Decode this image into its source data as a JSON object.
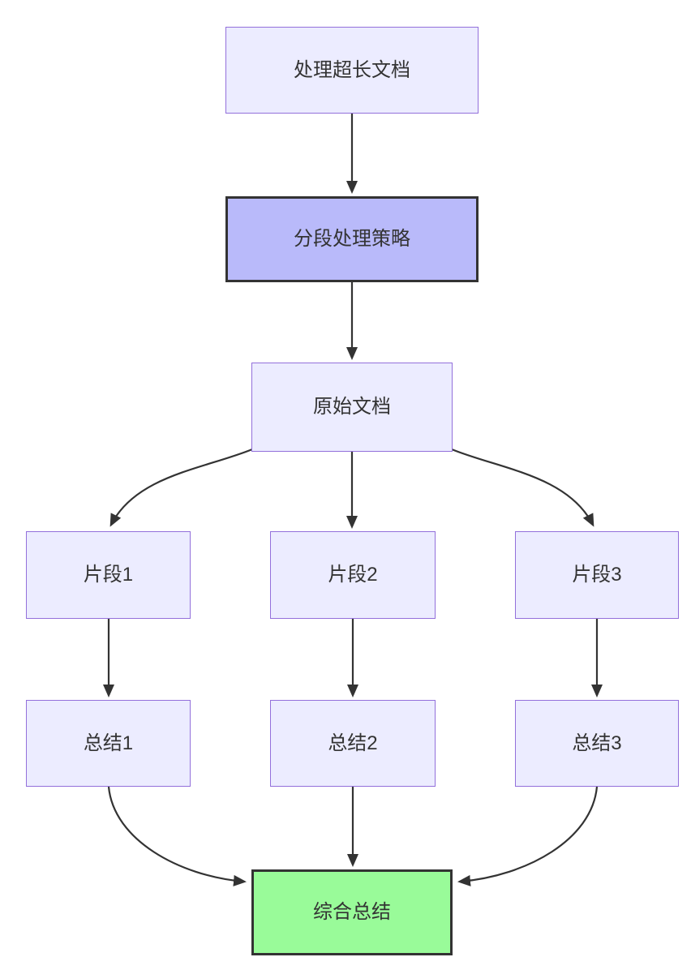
{
  "diagram": {
    "type": "flowchart",
    "direction": "top-down",
    "nodes": [
      {
        "id": "A",
        "label": "处理超长文档",
        "style": "default"
      },
      {
        "id": "B",
        "label": "分段处理策略",
        "style": "emphasis"
      },
      {
        "id": "C",
        "label": "原始文档",
        "style": "default"
      },
      {
        "id": "D1",
        "label": "片段1",
        "style": "default"
      },
      {
        "id": "D2",
        "label": "片段2",
        "style": "default"
      },
      {
        "id": "D3",
        "label": "片段3",
        "style": "default"
      },
      {
        "id": "E1",
        "label": "总结1",
        "style": "default"
      },
      {
        "id": "E2",
        "label": "总结2",
        "style": "default"
      },
      {
        "id": "E3",
        "label": "总结3",
        "style": "default"
      },
      {
        "id": "F",
        "label": "综合总结",
        "style": "result"
      }
    ],
    "edges": [
      {
        "from": "A",
        "to": "B"
      },
      {
        "from": "B",
        "to": "C"
      },
      {
        "from": "C",
        "to": "D1"
      },
      {
        "from": "C",
        "to": "D2"
      },
      {
        "from": "C",
        "to": "D3"
      },
      {
        "from": "D1",
        "to": "E1"
      },
      {
        "from": "D2",
        "to": "E2"
      },
      {
        "from": "D3",
        "to": "E3"
      },
      {
        "from": "E1",
        "to": "F"
      },
      {
        "from": "E2",
        "to": "F"
      },
      {
        "from": "E3",
        "to": "F"
      }
    ],
    "colors": {
      "node_fill": "#ECECFF",
      "node_border": "#9370DB",
      "emphasis_fill": "#B9BAFA",
      "emphasis_border": "#333333",
      "result_fill": "#99FB99",
      "result_border": "#333333",
      "edge": "#333333",
      "text": "#333333"
    }
  }
}
